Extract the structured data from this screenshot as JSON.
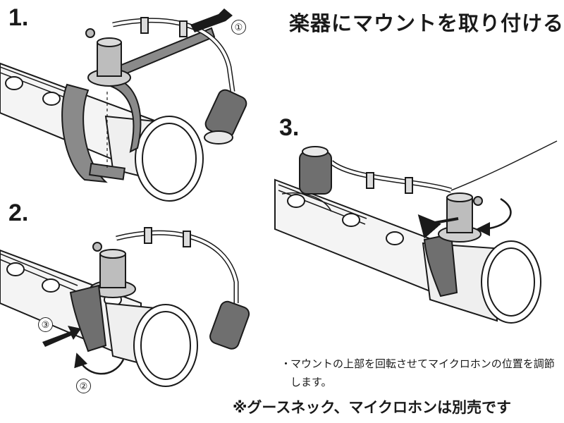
{
  "title": "楽器にマウントを取り付ける",
  "steps": [
    {
      "number": "1."
    },
    {
      "number": "2."
    },
    {
      "number": "3."
    }
  ],
  "callouts": [
    "①",
    "②",
    "③"
  ],
  "note": {
    "bullet": "・",
    "text": "マウントの上部を回転させてマイクロホンの位置を調節します。"
  },
  "footer": "※グースネック、マイクロホンは別売です",
  "colors": {
    "ink": "#1a1a1a",
    "strap": "#8a8a8a",
    "clip": "#6f6f6f",
    "body_shade": "#e9e9e9"
  }
}
